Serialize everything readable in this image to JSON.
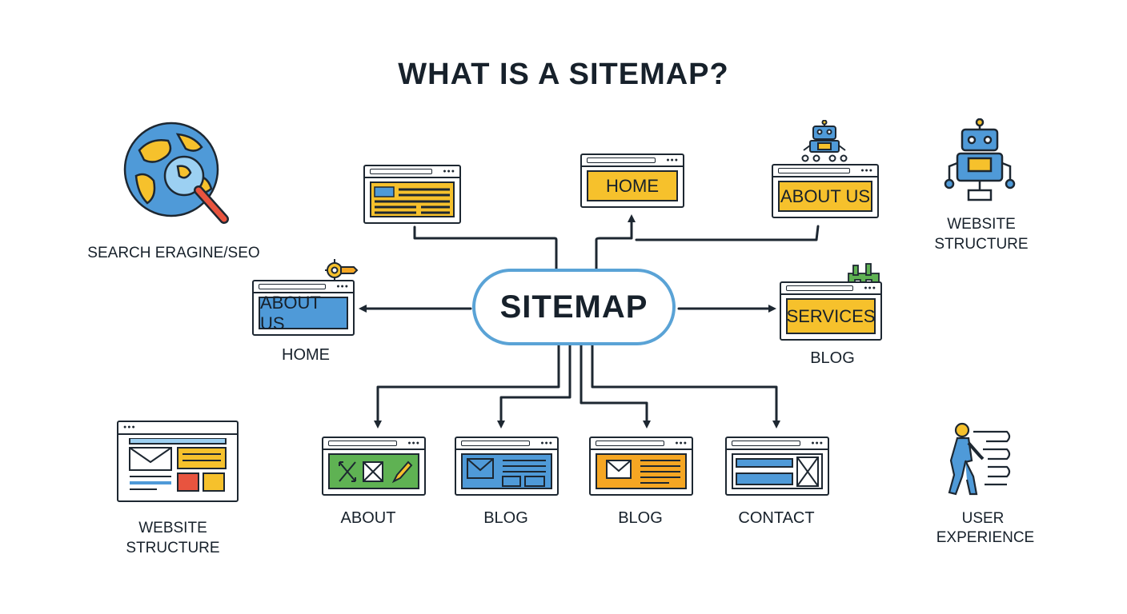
{
  "title": "WHAT IS A SITEMAP?",
  "center": "SITEMAP",
  "nodes": {
    "top_left_page": "",
    "home_top": "HOME",
    "about_top": "ABOUT US",
    "about_left": "ABOUT US",
    "about_left_caption": "HOME",
    "services_right": "SERVICES",
    "services_right_caption": "BLOG",
    "bottom": [
      {
        "caption": "ABOUT"
      },
      {
        "caption": "BLOG"
      },
      {
        "caption": "BLOG"
      },
      {
        "caption": "CONTACT"
      }
    ]
  },
  "side": {
    "seo": "SEARCH ERAGINE/SEO",
    "robot_line1": "WEBSITE",
    "robot_line2": "STRUCTURE",
    "wireframe_line1": "WEBSITE",
    "wireframe_line2": "STRUCTURE",
    "ux_line1": "USER",
    "ux_line2": "EXPERIENCE"
  },
  "colors": {
    "yellow": "#f6c12c",
    "blue": "#4f9ad8",
    "green": "#5fb253",
    "orange": "#f5a623",
    "outline": "#1d2731",
    "pill": "#5aa3d6"
  },
  "icons": [
    "globe-magnifier-icon",
    "robot-icon",
    "wireframe-icon",
    "walking-user-icon",
    "gear-icon",
    "factory-icon"
  ]
}
